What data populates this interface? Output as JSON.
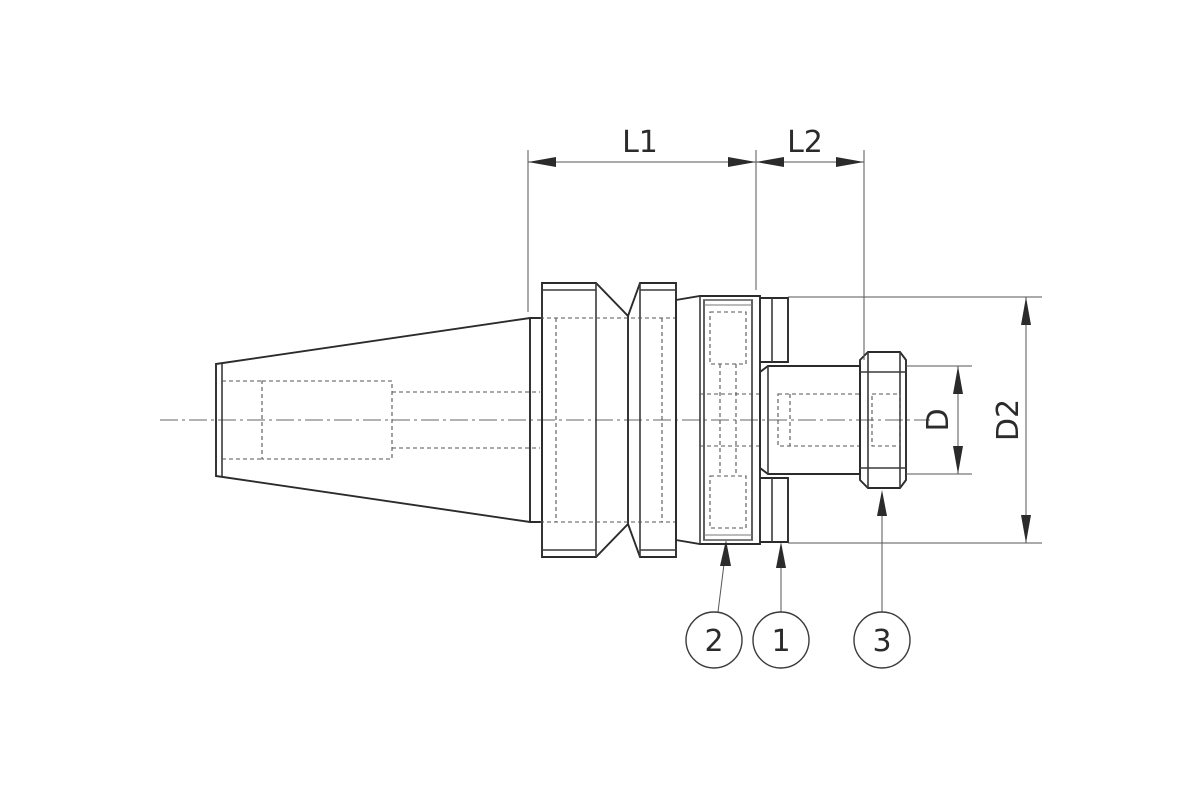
{
  "dimensions": {
    "l1": "L1",
    "l2": "L2",
    "d": "D",
    "d2": "D2"
  },
  "callouts": [
    {
      "label": "2"
    },
    {
      "label": "1"
    },
    {
      "label": "3"
    }
  ],
  "colors": {
    "line": "#2b2b2b",
    "background": "#ffffff"
  }
}
